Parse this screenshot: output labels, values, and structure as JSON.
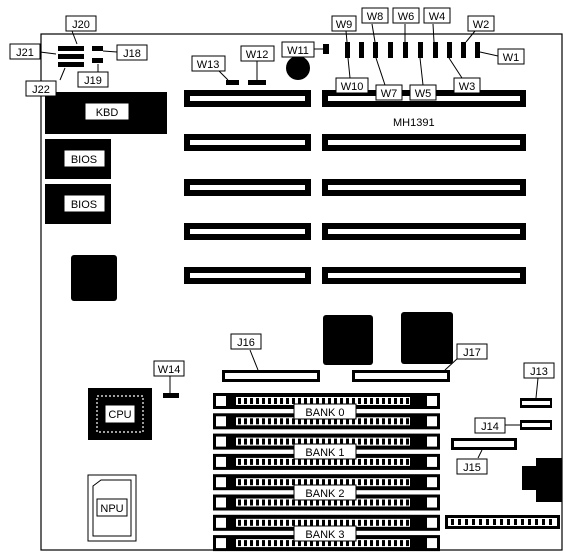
{
  "board": {
    "model": "MH1391"
  },
  "chips": {
    "kbd": "KBD",
    "bios1": "BIOS",
    "bios2": "BIOS",
    "cpu": "CPU",
    "npu": "NPU"
  },
  "jumpers": {
    "w1": "W1",
    "w2": "W2",
    "w3": "W3",
    "w4": "W4",
    "w5": "W5",
    "w6": "W6",
    "w7": "W7",
    "w8": "W8",
    "w9": "W9",
    "w10": "W10",
    "w11": "W11",
    "w12": "W12",
    "w13": "W13",
    "w14": "W14"
  },
  "connectors": {
    "j13": "J13",
    "j14": "J14",
    "j15": "J15",
    "j16": "J16",
    "j17": "J17",
    "j18": "J18",
    "j19": "J19",
    "j20": "J20",
    "j21": "J21",
    "j22": "J22"
  },
  "banks": [
    "BANK 0",
    "BANK 1",
    "BANK 2",
    "BANK 3"
  ]
}
